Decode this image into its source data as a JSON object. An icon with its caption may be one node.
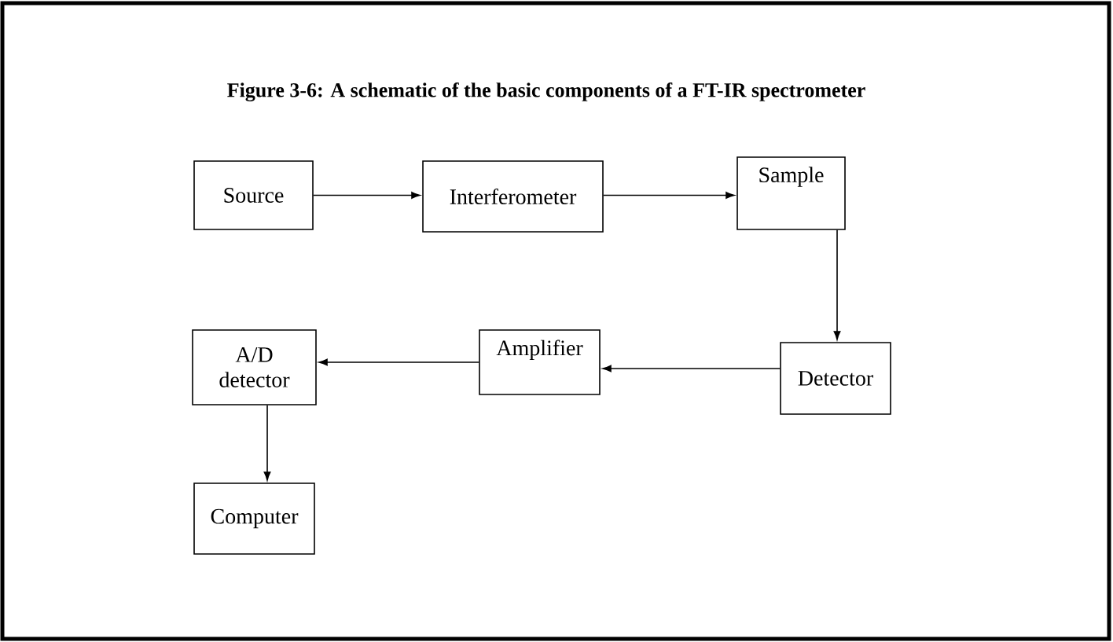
{
  "diagram": {
    "title": "Figure 3-6: A schematic of the basic components of a FT-IR spectrometer",
    "nodes": [
      {
        "text": [
          "Source"
        ]
      },
      {
        "text": [
          "Interferometer"
        ]
      },
      {
        "text": [
          "Sample"
        ]
      },
      {
        "text": [
          "Detector"
        ]
      },
      {
        "text": [
          "Amplifier"
        ]
      },
      {
        "text": [
          "A/D detector"
        ]
      },
      {
        "text": [
          "Computer"
        ]
      }
    ],
    "edges": [
      {
        "from": 0,
        "to": 1,
        "arrow": "to"
      },
      {
        "from": 1,
        "to": 2,
        "arrow": "to"
      },
      {
        "from": 2,
        "to": 3,
        "arrow": "to"
      },
      {
        "from": 3,
        "to": 4,
        "arrow": "to"
      },
      {
        "from": 4,
        "to": 5,
        "arrow": "to"
      },
      {
        "from": 5,
        "to": 6,
        "arrow": "to"
      }
    ]
  }
}
